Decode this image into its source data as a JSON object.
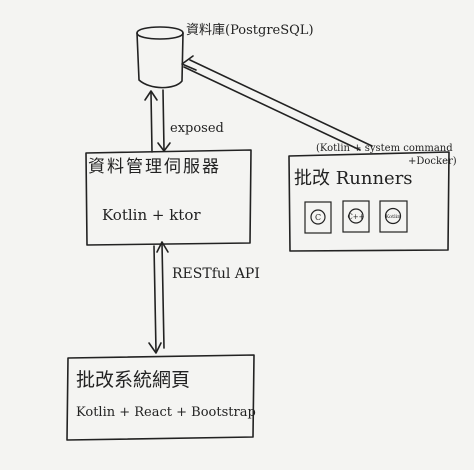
{
  "database": {
    "label": "資料庫(PostgreSQL)"
  },
  "server": {
    "title": "資料管理伺服器",
    "tech": "Kotlin + ktor"
  },
  "runners": {
    "title": "批改 Runners",
    "note_line1": "(Kotlin + system command",
    "note_line2": "+Docker)",
    "langs": [
      "C",
      "C++",
      "Kotlin"
    ]
  },
  "web": {
    "title": "批改系統網頁",
    "tech": "Kotlin + React + Bootstrap"
  },
  "edges": {
    "db_server": "exposed",
    "server_web": "RESTful API"
  }
}
